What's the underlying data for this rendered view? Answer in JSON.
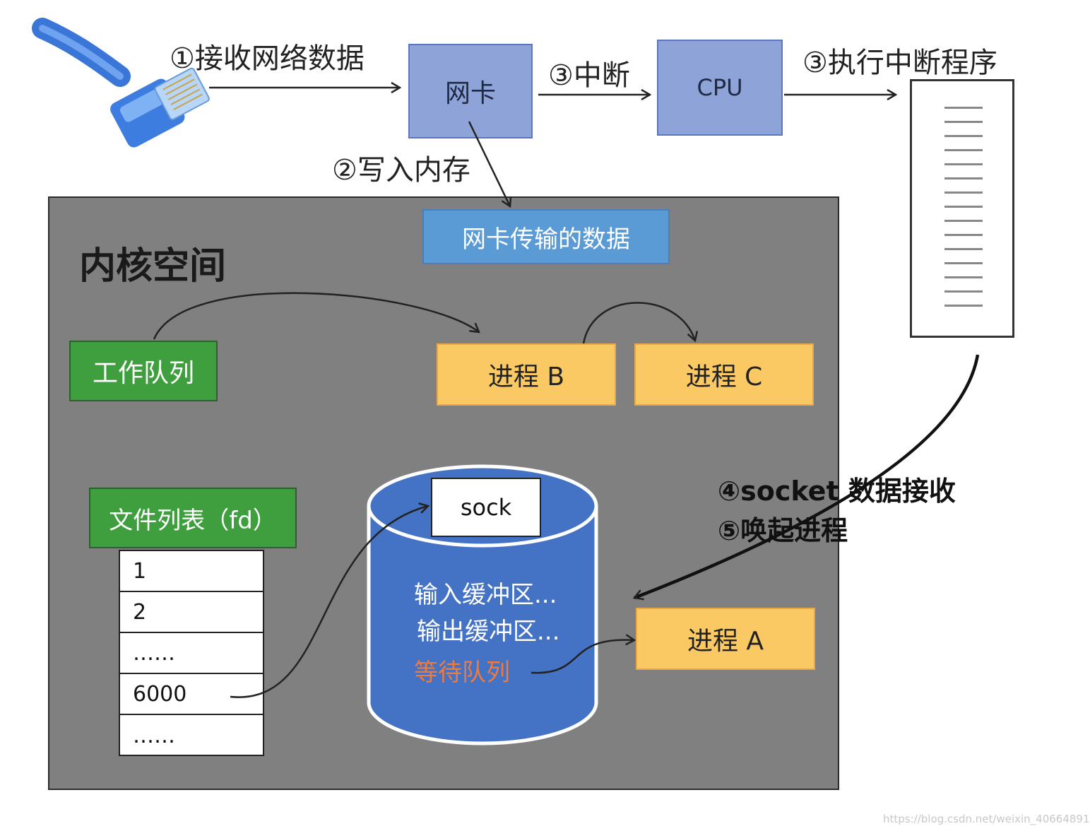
{
  "steps": {
    "receive": "①接收网络数据",
    "interrupt": "③中断",
    "execute": "③执行中断程序",
    "write_memory": "②写入内存",
    "socket_receive": "④socket 数据接收",
    "wake_process": "⑤唤起进程"
  },
  "hardware": {
    "nic": "网卡",
    "cpu": "CPU"
  },
  "kernel": {
    "title": "内核空间",
    "nic_data": "网卡传输的数据",
    "work_queue": "工作队列",
    "file_list": "文件列表（fd）",
    "process_a": "进程 A",
    "process_b": "进程 B",
    "process_c": "进程 C",
    "fd_rows": [
      "1",
      "2",
      "……",
      "6000",
      "……"
    ],
    "socket": {
      "sock": "sock",
      "input_buffer": "输入缓冲区...",
      "output_buffer": "输出缓冲区...",
      "wait_queue": "等待队列"
    }
  },
  "colors": {
    "wait_queue": "#f07a3a",
    "kernel_bg": "#808080",
    "cylinder": "#4472c4"
  },
  "icons": [
    "ethernet-cable-icon"
  ],
  "watermark": "https://blog.csdn.net/weixin_40664891"
}
